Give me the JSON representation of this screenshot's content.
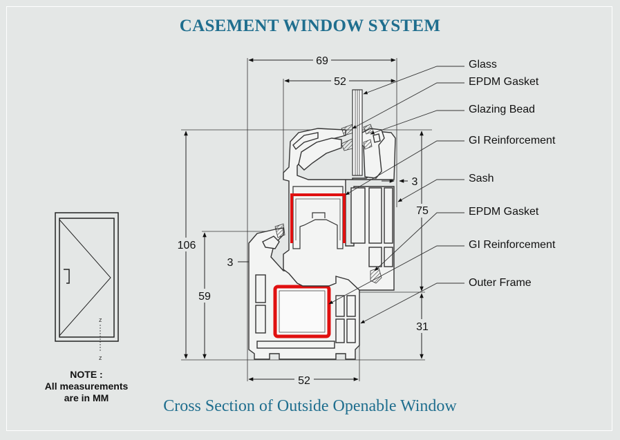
{
  "title": "CASEMENT WINDOW SYSTEM",
  "subtitle": "Cross Section of Outside Openable Window",
  "note": {
    "line1": "NOTE :",
    "line2": "All measurements",
    "line3": "are in MM"
  },
  "labels": {
    "glass": "Glass",
    "epdm_gasket_top": "EPDM Gasket",
    "glazing_bead": "Glazing Bead",
    "gi_reinforcement_top": "GI Reinforcement",
    "sash": "Sash",
    "epdm_gasket_mid": "EPDM Gasket",
    "gi_reinforcement_bottom": "GI Reinforcement",
    "outer_frame": "Outer Frame"
  },
  "dimensions": {
    "top_outer": "69",
    "top_inner": "52",
    "gap_right": "3",
    "right_mid": "75",
    "left_height": "106",
    "left_gap": "3",
    "left_inner": "59",
    "right_bottom": "31",
    "bottom": "52"
  },
  "window_icon": {
    "axis_label_top": "z",
    "axis_label_bottom": "z"
  },
  "colors": {
    "heading": "#1f6e8e",
    "reinforcement": "#e01010",
    "profile": "#333333"
  }
}
